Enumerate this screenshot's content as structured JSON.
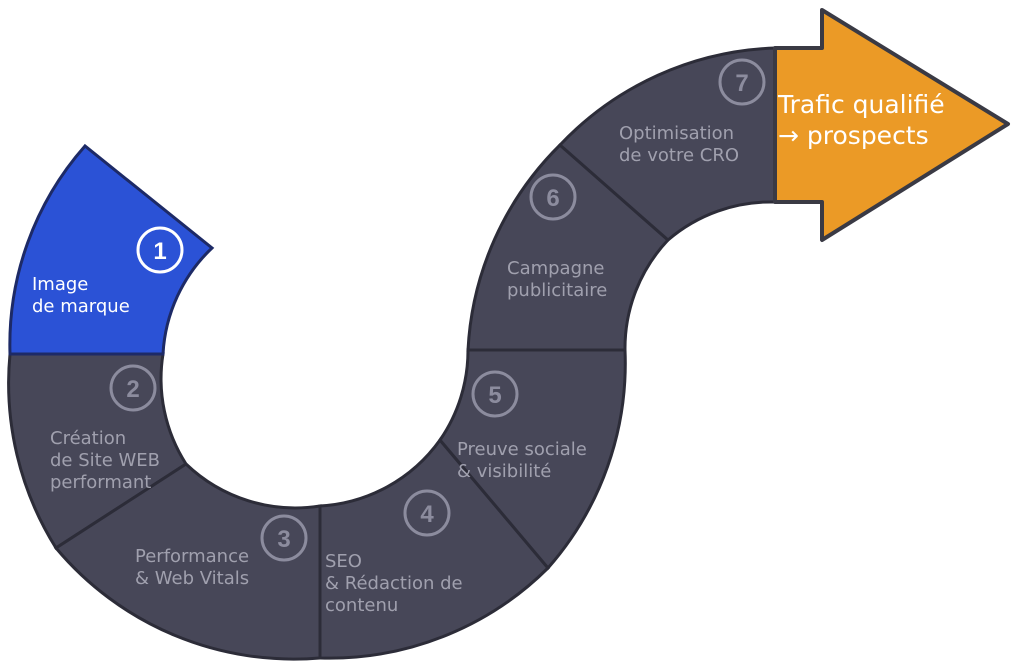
{
  "steps": [
    {
      "number": "1",
      "lines": [
        "Image",
        "de marque"
      ]
    },
    {
      "number": "2",
      "lines": [
        "Création",
        "de Site WEB",
        "performant"
      ]
    },
    {
      "number": "3",
      "lines": [
        "Performance",
        "& Web Vitals"
      ]
    },
    {
      "number": "4",
      "lines": [
        "SEO",
        "& Rédaction de",
        "contenu"
      ]
    },
    {
      "number": "5",
      "lines": [
        "Preuve sociale",
        "& visibilité"
      ]
    },
    {
      "number": "6",
      "lines": [
        "Campagne",
        "publicitaire"
      ]
    },
    {
      "number": "7",
      "lines": [
        "Optimisation",
        "de votre CRO"
      ]
    }
  ],
  "goal": {
    "lines": [
      "Trafic qualifié",
      "→ prospects"
    ]
  },
  "colors": {
    "active": "#2b52d6",
    "segment": "#474758",
    "goal": "#eb9a26",
    "label": "#a0a0ae"
  }
}
